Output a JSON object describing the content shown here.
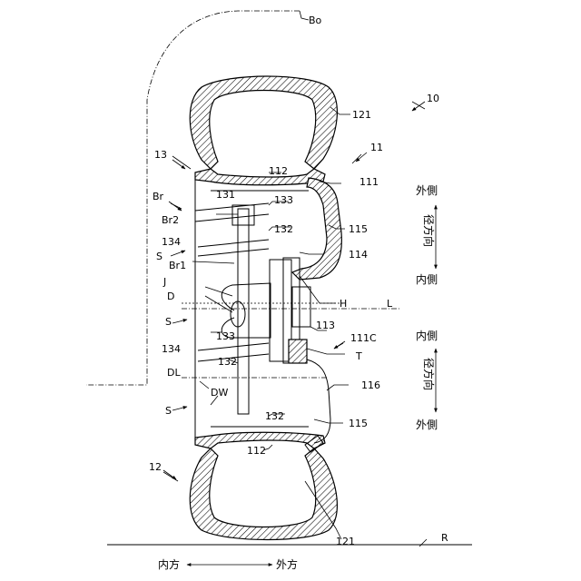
{
  "figure": {
    "labels": {
      "bo": "Bo",
      "n10": "10",
      "n11": "11",
      "n12": "12",
      "n13": "13",
      "n111": "111",
      "n112_top": "112",
      "n112_bottom": "112",
      "n113": "113",
      "n114": "114",
      "n115_top": "115",
      "n115_bottom": "115",
      "n116": "116",
      "n121_top": "121",
      "n121_bottom": "121",
      "n131": "131",
      "n132_a": "132",
      "n132_b": "132",
      "n132_c": "132",
      "n133_top": "133",
      "n133_mid": "133",
      "n134_a": "134",
      "n134_b": "134",
      "n111c": "111C",
      "br": "Br",
      "br1": "Br1",
      "br2": "Br2",
      "s1": "S",
      "s2": "S",
      "s3": "S",
      "j": "J",
      "d": "D",
      "h": "H",
      "l": "L",
      "t": "T",
      "dl": "DL",
      "dw": "DW",
      "r": "R"
    },
    "direction_labels": {
      "outer_top": "外側",
      "radial_top": "径方向",
      "inner_top": "内側",
      "inner_bottom": "内側",
      "radial_bottom": "径方向",
      "outer_bottom": "外側",
      "axial_inner": "内方",
      "axial_outer": "外方",
      "axial_arrow": "←——————→"
    }
  }
}
